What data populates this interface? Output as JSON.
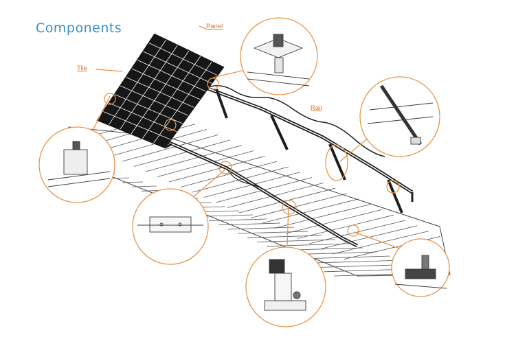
{
  "header": {
    "title": "Components"
  },
  "labels": {
    "tile": "Tile",
    "panel": "Panel",
    "rail": "Rail"
  },
  "colors": {
    "title": "#3a8fc8",
    "callout": "#e89447",
    "linework": "#2a2a2a"
  }
}
